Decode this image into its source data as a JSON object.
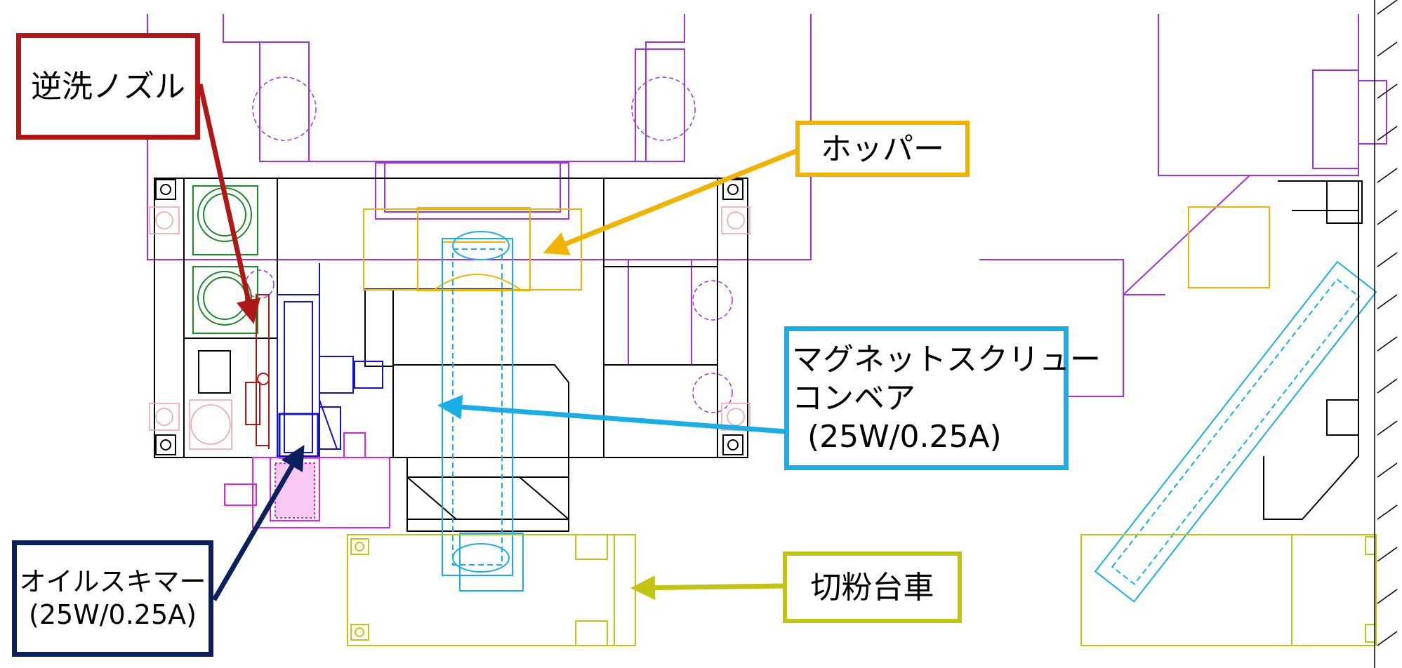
{
  "labels": {
    "backwash_nozzle": "逆洗ノズル",
    "hopper": "ホッパー",
    "magnet_conveyor_line1": "マグネットスクリュー",
    "magnet_conveyor_line2": "コンベア",
    "magnet_conveyor_spec": "(25W/0.25A)",
    "oil_skimmer": "オイルスキマー",
    "oil_skimmer_spec": "(25W/0.25A)",
    "chip_cart": "切粉台車"
  },
  "colors": {
    "nozzle": "#b01818",
    "hopper": "#f0b400",
    "conveyor": "#19aee6",
    "skimmer": "#0c2060",
    "cart": "#c2c415",
    "outline_purple": "#a030e0",
    "tank_black": "#000000",
    "pump_green": "#1a8a2a",
    "pink": "#f0a0a0",
    "magenta": "#e020e0",
    "blue": "#1010d0"
  }
}
